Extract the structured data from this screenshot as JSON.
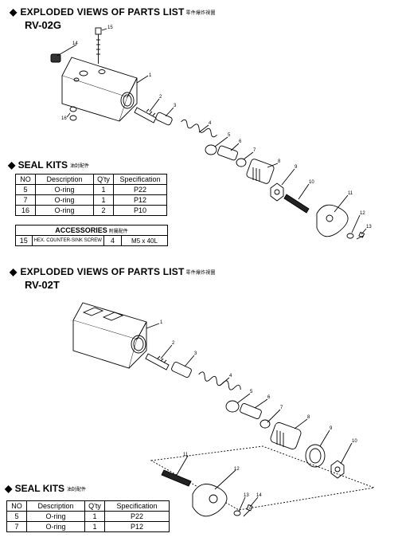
{
  "section1": {
    "title": "EXPLODED VIEWS OF PARTS LIST",
    "title_cjk": "零件爆炸視圖",
    "model": "RV-02G",
    "part_numbers": [
      "1",
      "2",
      "3",
      "4",
      "5",
      "6",
      "7",
      "8",
      "9",
      "10",
      "11",
      "12",
      "13",
      "14",
      "15",
      "16"
    ],
    "seal_kits": {
      "title": "SEAL  KITS",
      "title_cjk": "油封配件",
      "headers": [
        "NO",
        "Description",
        "Q'ty",
        "Specification"
      ],
      "rows": [
        [
          "5",
          "O-ring",
          "1",
          "P22"
        ],
        [
          "7",
          "O-ring",
          "1",
          "P12"
        ],
        [
          "16",
          "O-ring",
          "2",
          "P10"
        ]
      ]
    },
    "accessories": {
      "title": "ACCESSORIES",
      "title_cjk": "附屬配件",
      "row": [
        "15",
        "HEX. COUNTER-SINK SCREW",
        "4",
        "M5 x 40L"
      ]
    }
  },
  "section2": {
    "title": "EXPLODED VIEWS OF PARTS LIST",
    "title_cjk": "零件爆炸視圖",
    "model": "RV-02T",
    "part_numbers": [
      "1",
      "2",
      "3",
      "4",
      "5",
      "6",
      "7",
      "8",
      "9",
      "10",
      "11",
      "12",
      "13",
      "14"
    ],
    "seal_kits": {
      "title": "SEAL  KITS",
      "title_cjk": "油封配件",
      "headers": [
        "NO",
        "Description",
        "Q'ty",
        "Specification"
      ],
      "rows": [
        [
          "5",
          "O-ring",
          "1",
          "P22"
        ],
        [
          "7",
          "O-ring",
          "1",
          "P12"
        ]
      ]
    }
  }
}
